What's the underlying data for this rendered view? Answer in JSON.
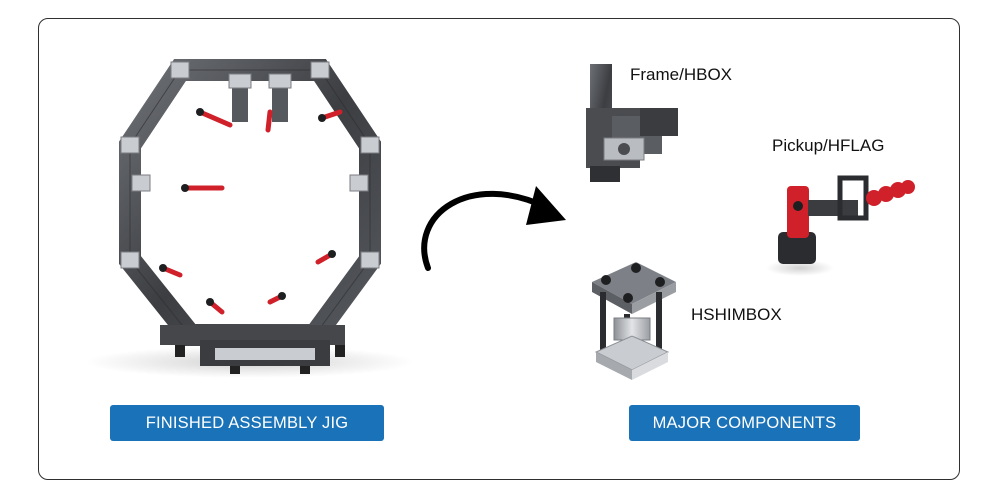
{
  "left_caption": "FINISHED ASSEMBLY JIG",
  "right_caption": "MAJOR COMPONENTS",
  "components": {
    "frame_label": "Frame/HBOX",
    "pickup_label": "Pickup/HFLAG",
    "shim_label": "HSHIMBOX"
  },
  "colors": {
    "caption_bg": "#1a72b8",
    "frame_steel": "#4a4c50",
    "accent_red": "#d0202a",
    "arrow": "#000000"
  }
}
